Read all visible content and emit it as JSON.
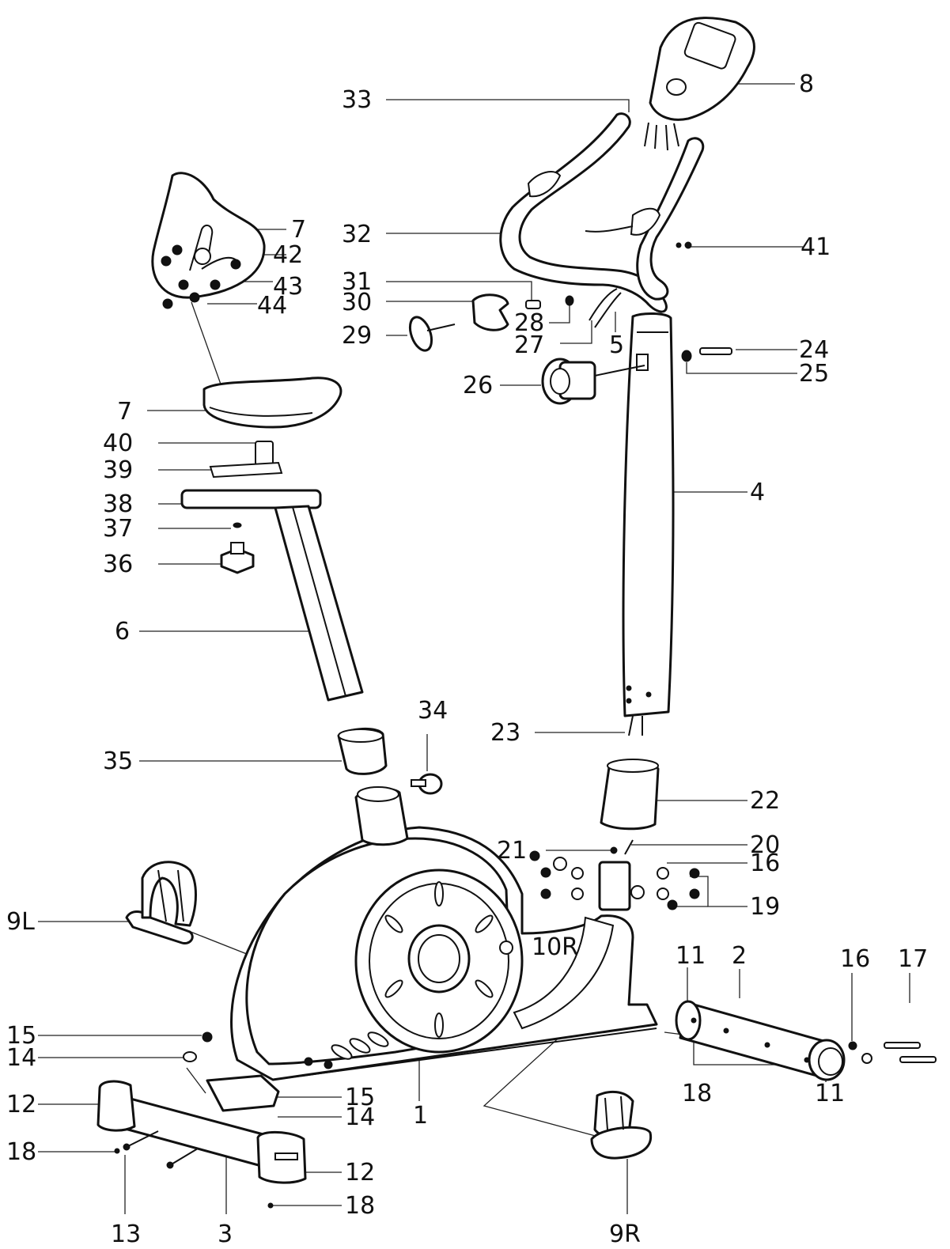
{
  "diagram": {
    "labels": [
      {
        "id": "p8",
        "text": "8"
      },
      {
        "id": "p33",
        "text": "33"
      },
      {
        "id": "p7a",
        "text": "7"
      },
      {
        "id": "p42",
        "text": "42"
      },
      {
        "id": "p43",
        "text": "43"
      },
      {
        "id": "p44",
        "text": "44"
      },
      {
        "id": "p32",
        "text": "32"
      },
      {
        "id": "p41",
        "text": "41"
      },
      {
        "id": "p31",
        "text": "31"
      },
      {
        "id": "p30",
        "text": "30"
      },
      {
        "id": "p28",
        "text": "28"
      },
      {
        "id": "p29",
        "text": "29"
      },
      {
        "id": "p27",
        "text": "27"
      },
      {
        "id": "p5",
        "text": "5"
      },
      {
        "id": "p24",
        "text": "24"
      },
      {
        "id": "p25",
        "text": "25"
      },
      {
        "id": "p26",
        "text": "26"
      },
      {
        "id": "p7b",
        "text": "7"
      },
      {
        "id": "p40",
        "text": "40"
      },
      {
        "id": "p39",
        "text": "39"
      },
      {
        "id": "p38",
        "text": "38"
      },
      {
        "id": "p4",
        "text": "4"
      },
      {
        "id": "p37",
        "text": "37"
      },
      {
        "id": "p36",
        "text": "36"
      },
      {
        "id": "p6",
        "text": "6"
      },
      {
        "id": "p34",
        "text": "34"
      },
      {
        "id": "p23",
        "text": "23"
      },
      {
        "id": "p35",
        "text": "35"
      },
      {
        "id": "p22",
        "text": "22"
      },
      {
        "id": "p21",
        "text": "21"
      },
      {
        "id": "p20",
        "text": "20"
      },
      {
        "id": "p16a",
        "text": "16"
      },
      {
        "id": "p19",
        "text": "19"
      },
      {
        "id": "p9L",
        "text": "9L"
      },
      {
        "id": "p10R",
        "text": "10R"
      },
      {
        "id": "p11a",
        "text": "11"
      },
      {
        "id": "p2",
        "text": "2"
      },
      {
        "id": "p16b",
        "text": "16"
      },
      {
        "id": "p17",
        "text": "17"
      },
      {
        "id": "p15a",
        "text": "15"
      },
      {
        "id": "p14a",
        "text": "14"
      },
      {
        "id": "p12a",
        "text": "12"
      },
      {
        "id": "p15b",
        "text": "15"
      },
      {
        "id": "p14b",
        "text": "14"
      },
      {
        "id": "p1",
        "text": "1"
      },
      {
        "id": "p18a",
        "text": "18"
      },
      {
        "id": "p18b",
        "text": "18"
      },
      {
        "id": "p11b",
        "text": "11"
      },
      {
        "id": "p12b",
        "text": "12"
      },
      {
        "id": "p18c",
        "text": "18"
      },
      {
        "id": "p13",
        "text": "13"
      },
      {
        "id": "p3",
        "text": "3"
      },
      {
        "id": "p9R",
        "text": "9R"
      }
    ]
  }
}
